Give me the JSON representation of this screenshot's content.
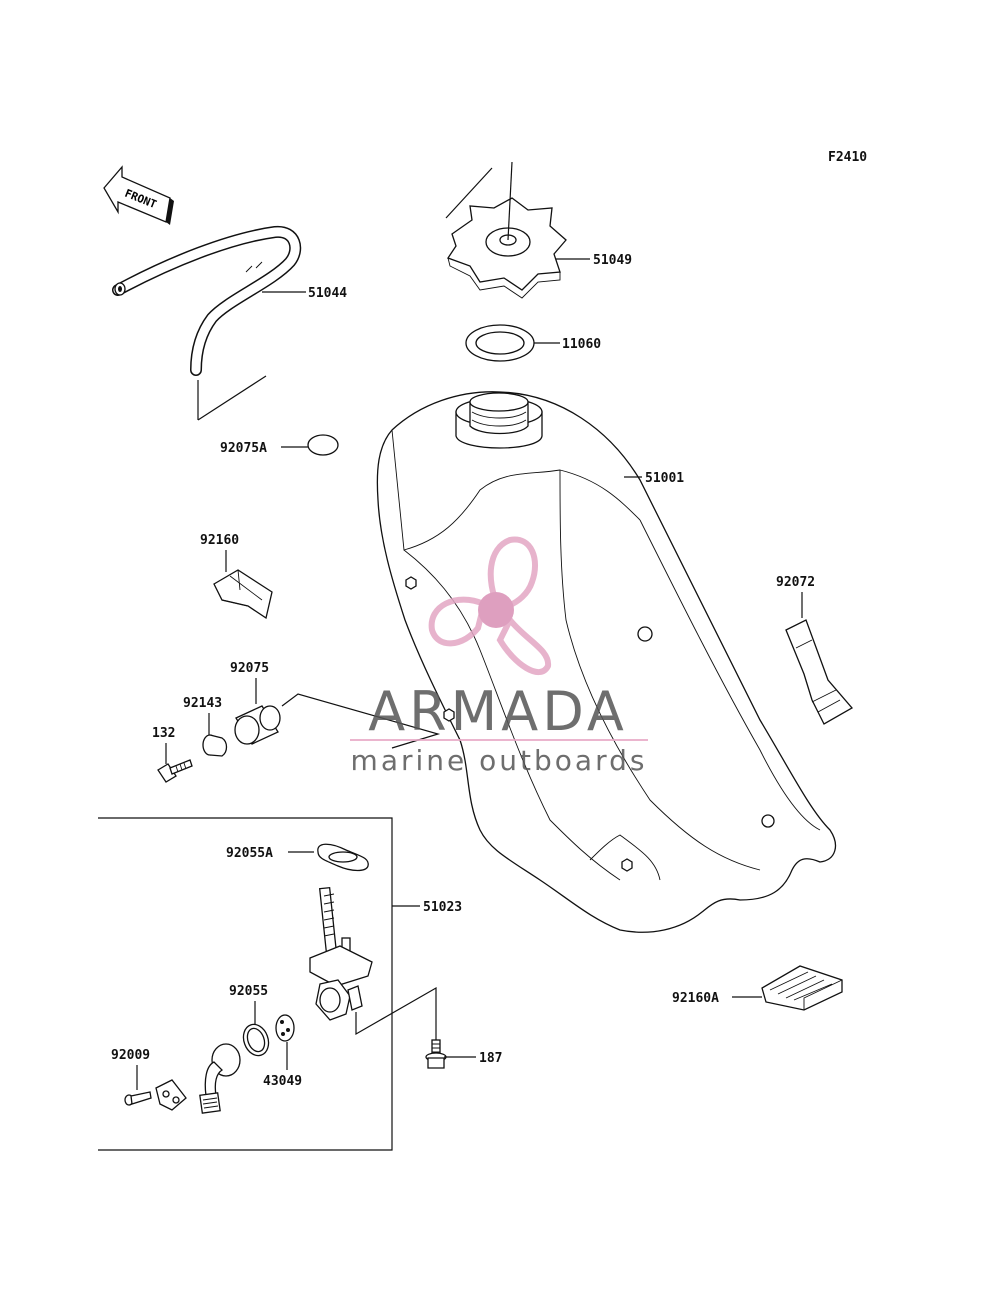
{
  "figure_code": "F2410",
  "front_arrow_label": "FRONT",
  "parts": {
    "p51049": "51049",
    "p51044": "51044",
    "p11060": "11060",
    "p92075A": "92075A",
    "p51001": "51001",
    "p92160": "92160",
    "p92072": "92072",
    "p92075": "92075",
    "p92143": "92143",
    "p132": "132",
    "p92055A": "92055A",
    "p51023": "51023",
    "p92055": "92055",
    "p92160A": "92160A",
    "p92009": "92009",
    "p187": "187",
    "p43049": "43049"
  },
  "watermark": {
    "brand": "ARMADA",
    "tagline": "marine outboards",
    "colors": {
      "logo": "#e3a6c4",
      "logo_dark": "#d98fb5",
      "text": "#555555",
      "line": "#e8a9c6"
    }
  }
}
